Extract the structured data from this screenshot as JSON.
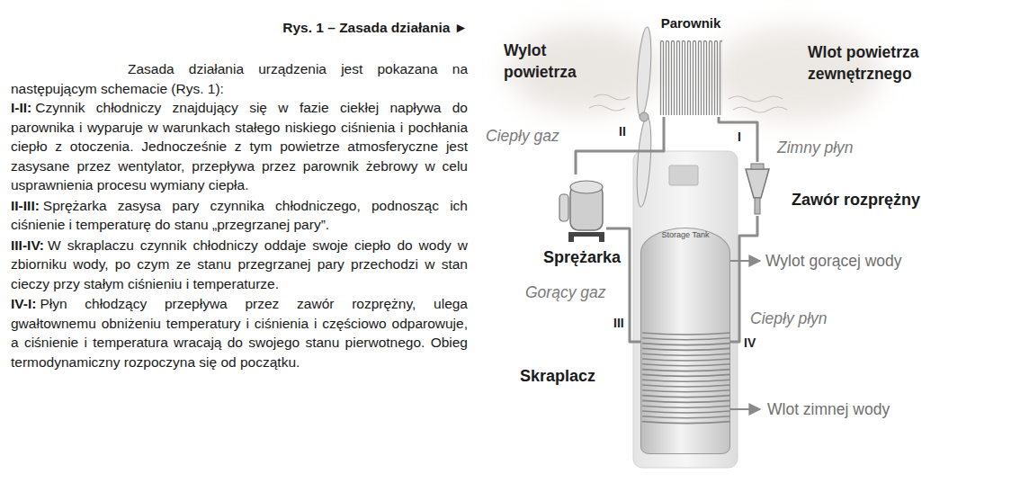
{
  "diagram": {
    "title": "Rys. 1 – Zasada działania ►",
    "nodes": [
      {
        "text": [
          "Parownik"
        ]
      },
      {
        "text": [
          "Sprężarka"
        ]
      },
      {
        "text": [
          "Zawór rozprężny"
        ]
      },
      {
        "text": [
          "Storage Tank"
        ]
      },
      {
        "text": [
          "Skraplacz"
        ],
        "in": 3
      }
    ],
    "edges": [
      {
        "from": 0,
        "to": 1,
        "arrow": "none",
        "label": "II"
      },
      {
        "from": 1,
        "to": 4,
        "arrow": "none",
        "label": "III"
      },
      {
        "from": 4,
        "to": 2,
        "arrow": "none",
        "label": "IV"
      },
      {
        "from": 2,
        "to": 0,
        "arrow": "none",
        "label": "I"
      }
    ],
    "labels": [
      "Zasada działania urządzenia jest pokazana na następującym schemacie (Rys. 1):",
      "I-II:",
      "Czynnik chłodniczy znajdujący się w fazie ciekłej napływa do parownika i wyparuje w warunkach stałego niskiego ciśnienia i pochłania ciepło z otoczenia. Jednocześnie z tym powietrze atmosferyczne jest zasysane przez wentylator, przepływa przez parownik żebrowy w celu usprawnienia procesu wymiany ciepła.",
      "II-III:",
      "Sprężarka zasysa pary czynnika chłodniczego, podnosząc ich ciśnienie i temperaturę do stanu „przegrzanej pary”.",
      "III-IV:",
      "W skraplaczu czynnik chłodniczy oddaje swoje ciepło do wody w zbiorniku wody, po czym ze stanu przegrzanej pary przechodzi w stan cieczy przy stałym ciśnieniu i temperaturze.",
      "IV-I:",
      "Płyn chłodzący przepływa przez zawór rozprężny, ulega gwałtownemu obniżeniu temperatury i ciśnienia i częściowo odparowuje, a ciśnienie i temperatura wracają do swojego stanu pierwotnego. Obieg termodynamiczny rozpoczyna się od początku.",
      "Wylot powietrza",
      "Wlot powietrza zewnętrznego",
      "Ciepły gaz",
      "Zimny płyn",
      "Gorący gaz",
      "Ciepły płyn",
      "Wylot gorącej wody",
      "Wlot zimnej wody"
    ]
  }
}
